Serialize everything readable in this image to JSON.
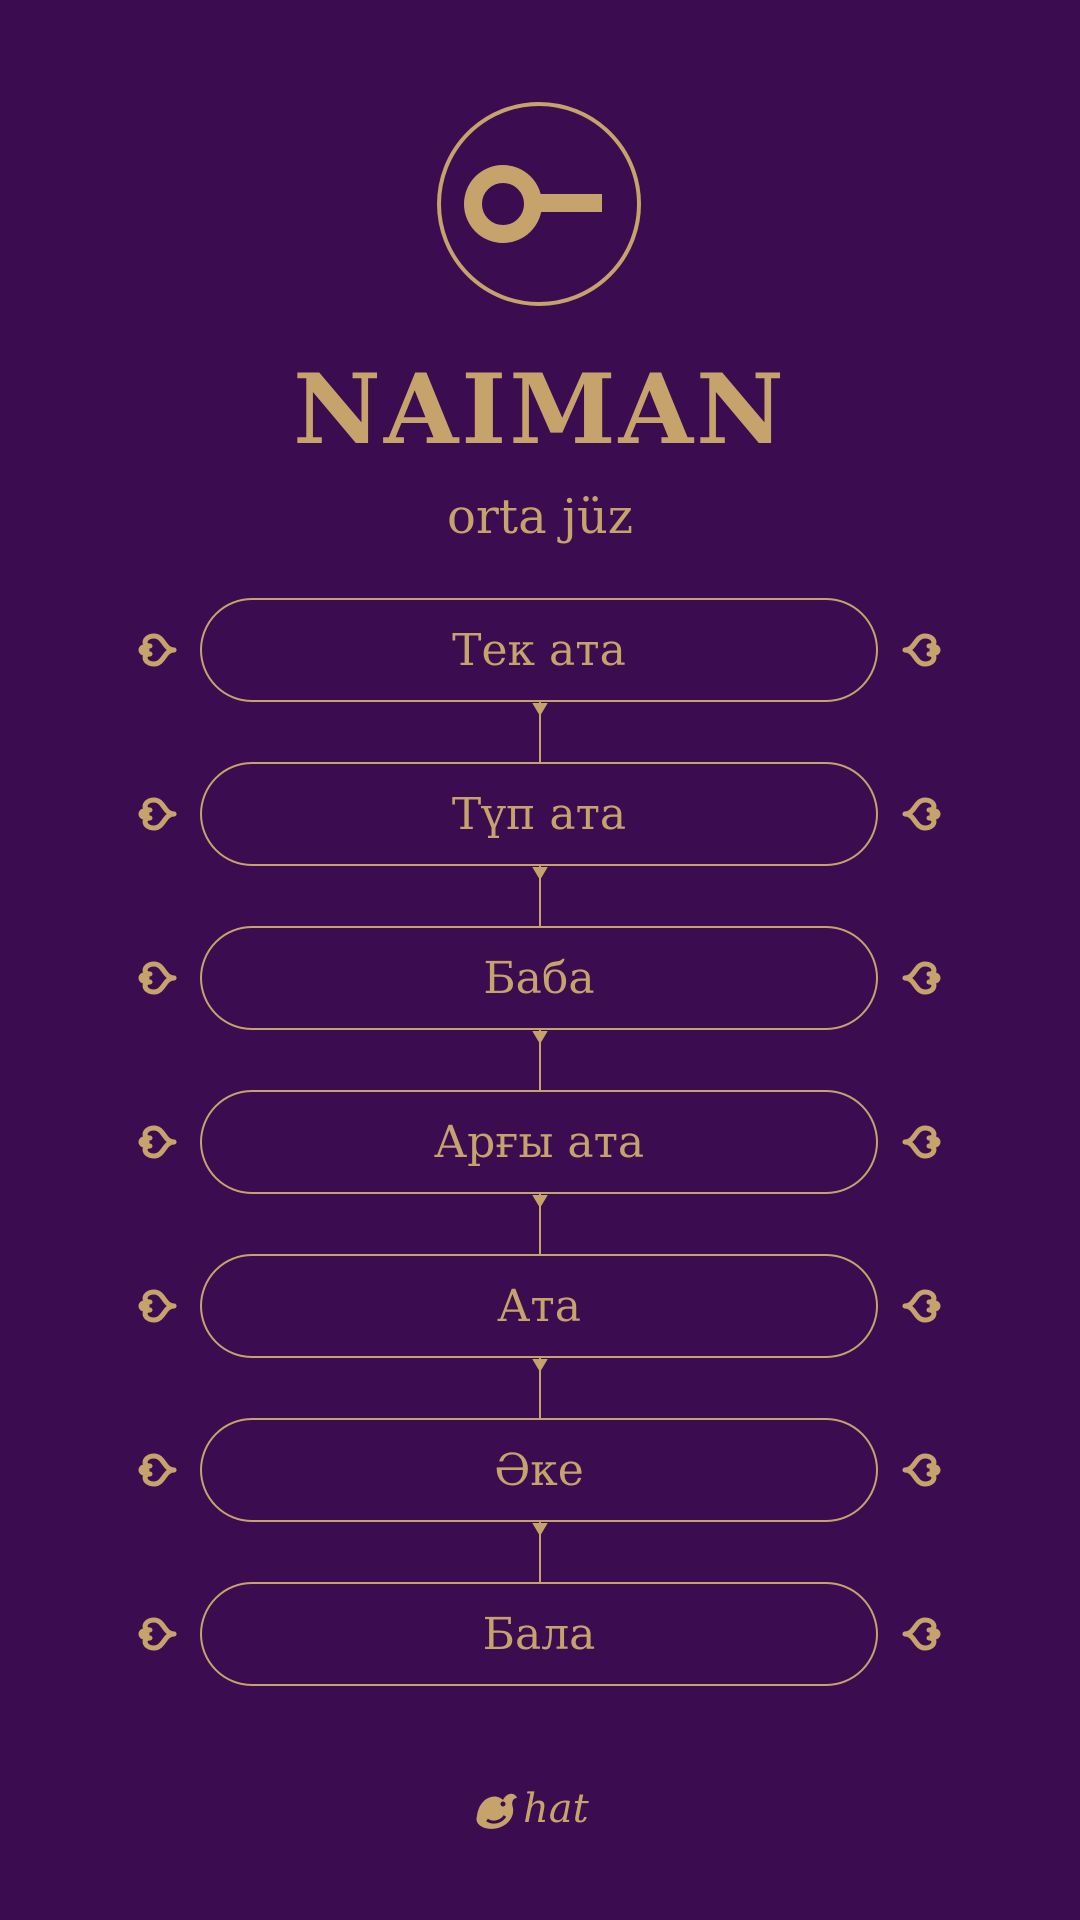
{
  "header": {
    "emblem_icon": "tamga-key-icon",
    "title": "NAIMAN",
    "subtitle": "orta jüz"
  },
  "lineage": [
    {
      "label": "Тек ата"
    },
    {
      "label": "Түп ата"
    },
    {
      "label": "Баба"
    },
    {
      "label": "Арғы ата"
    },
    {
      "label": "Ата"
    },
    {
      "label": "Әке"
    },
    {
      "label": "Бала"
    }
  ],
  "footer": {
    "logo_icon": "hat-bird-logo",
    "logo_text": "hat"
  },
  "colors": {
    "background": "#3b0c50",
    "accent": "#c6a36a"
  }
}
